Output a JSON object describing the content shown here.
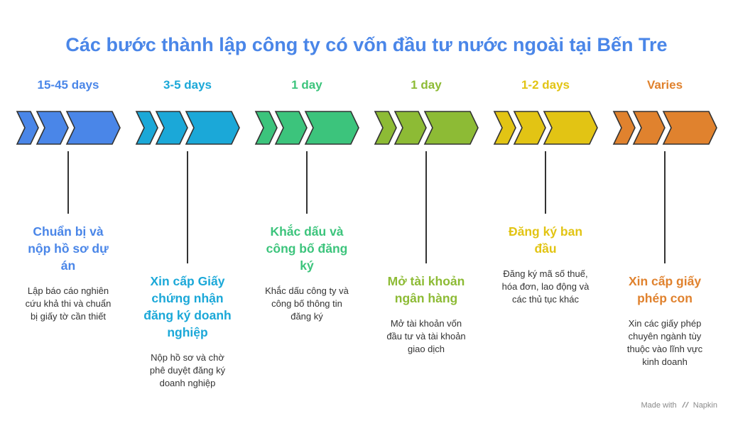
{
  "title": "Các bước thành lập công ty có vốn đầu tư nước ngoài tại Bến Tre",
  "steps": [
    {
      "duration": "15-45 days",
      "title_lines": [
        "Chuẩn bị và",
        "nộp hồ sơ dự",
        "án"
      ],
      "desc_lines": [
        "Lập báo cáo nghiên",
        "cứu khả thi và chuẩn",
        "bị giấy tờ cần thiết"
      ],
      "color": "#4a86e8",
      "chevron_icon": "triple-chevron-arrow"
    },
    {
      "duration": "3-5 days",
      "title_lines": [
        "Xin cấp Giấy",
        "chứng nhận",
        "đăng ký doanh",
        "nghiệp"
      ],
      "desc_lines": [
        "Nộp hồ sơ và chờ",
        "phê duyệt đăng ký",
        "doanh nghiệp"
      ],
      "color": "#1ba8d8",
      "chevron_icon": "triple-chevron-arrow"
    },
    {
      "duration": "1 day",
      "title_lines": [
        "Khắc dấu và",
        "công bố đăng",
        "ký"
      ],
      "desc_lines": [
        "Khắc dấu công ty và",
        "công bố thông tin",
        "đăng ký"
      ],
      "color": "#3cc47c",
      "chevron_icon": "triple-chevron-arrow"
    },
    {
      "duration": "1 day",
      "title_lines": [
        "Mở tài khoản",
        "ngân hàng"
      ],
      "desc_lines": [
        "Mở tài khoản vốn",
        "đầu tư và tài khoản",
        "giao dịch"
      ],
      "color": "#8dbb35",
      "chevron_icon": "triple-chevron-arrow"
    },
    {
      "duration": "1-2 days",
      "title_lines": [
        "Đăng ký ban",
        "đầu"
      ],
      "desc_lines": [
        "Đăng ký mã số thuế,",
        "hóa đơn, lao động và",
        "các thủ tục khác"
      ],
      "color": "#e2c414",
      "chevron_icon": "triple-chevron-arrow"
    },
    {
      "duration": "Varies",
      "title_lines": [
        "Xin cấp giấy",
        "phép con"
      ],
      "desc_lines": [
        "Xin các giấy phép",
        "chuyên ngành tùy",
        "thuộc vào lĩnh vực",
        "kinh doanh"
      ],
      "color": "#e0822e",
      "chevron_icon": "triple-chevron-arrow"
    }
  ],
  "footer": {
    "prefix": "Made with",
    "brand": "Napkin",
    "icon": "napkin-logo-icon"
  }
}
